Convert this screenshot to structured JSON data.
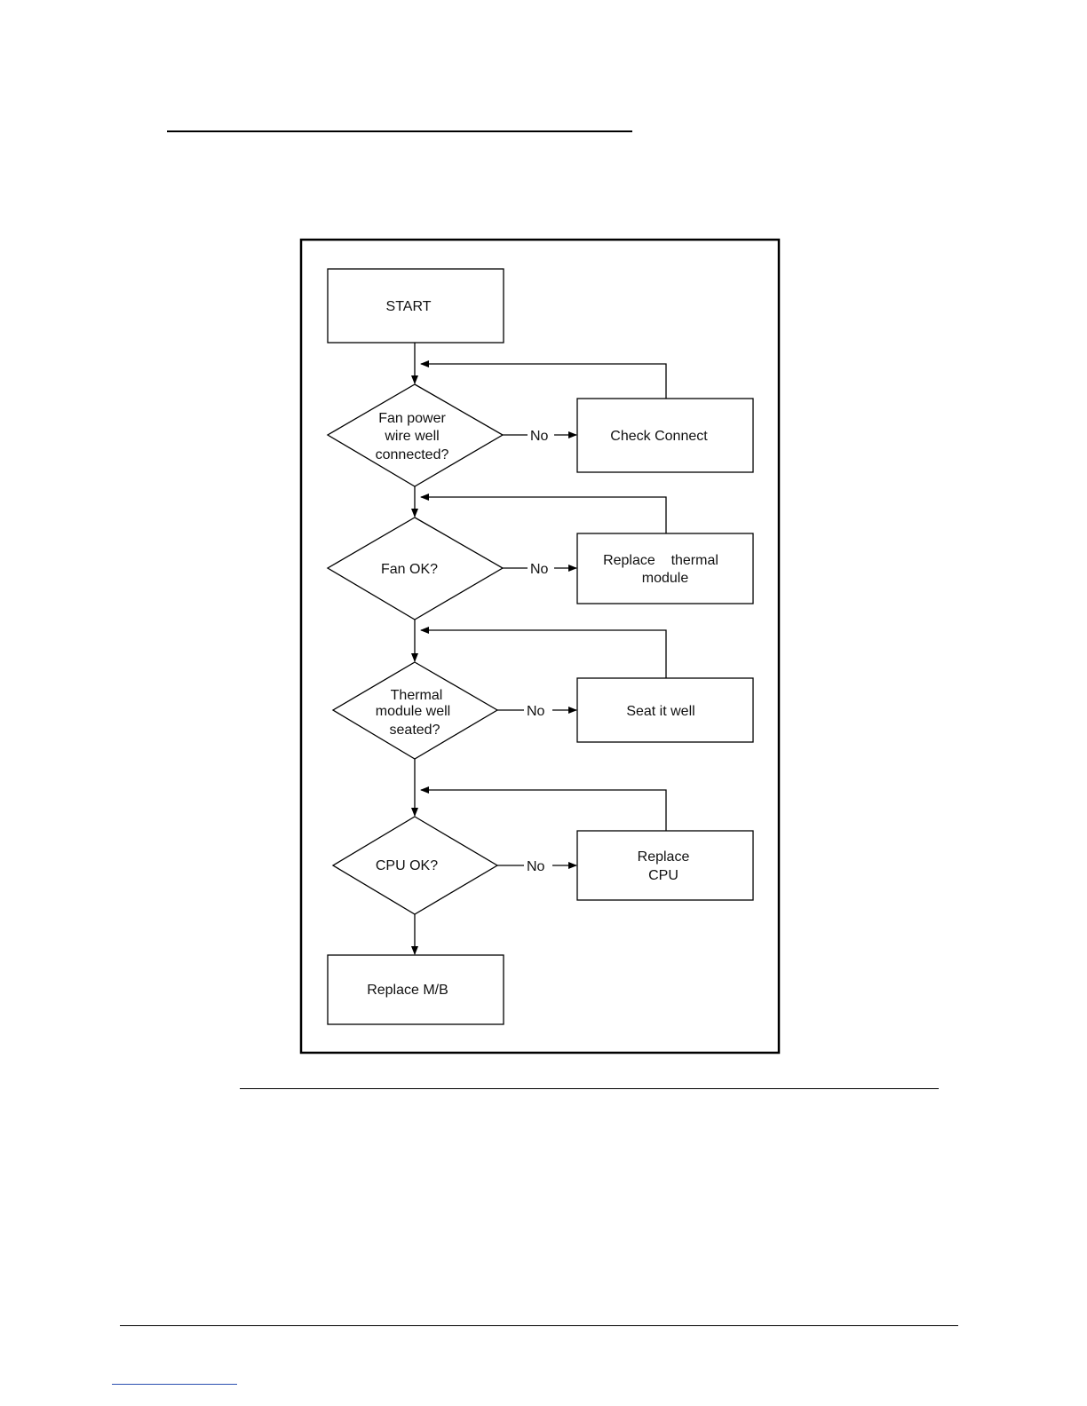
{
  "flowchart": {
    "start_label": "START",
    "decisions": [
      {
        "lines": [
          "Fan power",
          "wire well",
          "connected?"
        ],
        "no_label": "No",
        "action_lines": [
          "Check Connect"
        ]
      },
      {
        "lines": [
          "Fan OK?"
        ],
        "no_label": "No",
        "action_lines": [
          "Replace    thermal",
          "module"
        ]
      },
      {
        "lines": [
          "Thermal",
          "module well",
          "seated?"
        ],
        "no_label": "No",
        "action_lines": [
          "Seat it well"
        ]
      },
      {
        "lines": [
          "CPU OK?"
        ],
        "no_label": "No",
        "action_lines": [
          "Replace",
          "CPU"
        ]
      }
    ],
    "end_label": "Replace M/B"
  },
  "colors": {
    "line": "#000000",
    "footer_link": "#2a4fb0"
  }
}
